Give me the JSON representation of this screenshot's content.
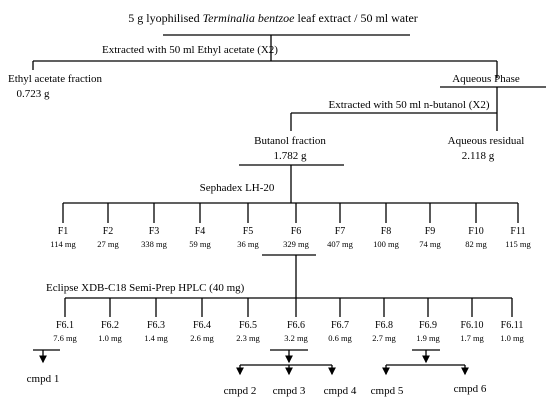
{
  "title": {
    "prefix": "5 g lyophilised ",
    "species": "Terminalia bentzoe",
    "suffix": " leaf extract / 50 ml water"
  },
  "step1": "Extracted with 50 ml Ethyl acetate (X2)",
  "ethyl_acetate": {
    "label": "Ethyl acetate fraction",
    "mass": "0.723 g"
  },
  "aqueous_phase": {
    "label": "Aqueous Phase"
  },
  "step2": "Extracted with 50 ml n-butanol (X2)",
  "butanol": {
    "label": "Butanol fraction",
    "mass": "1.782 g"
  },
  "aqueous_residual": {
    "label": "Aqueous residual",
    "mass": "2.118 g"
  },
  "sephadex": "Sephadex LH-20",
  "fractions": [
    {
      "name": "F1",
      "mass": "114 mg"
    },
    {
      "name": "F2",
      "mass": "27 mg"
    },
    {
      "name": "F3",
      "mass": "338 mg"
    },
    {
      "name": "F4",
      "mass": "59 mg"
    },
    {
      "name": "F5",
      "mass": "36 mg"
    },
    {
      "name": "F6",
      "mass": "329 mg"
    },
    {
      "name": "F7",
      "mass": "407 mg"
    },
    {
      "name": "F8",
      "mass": "100 mg"
    },
    {
      "name": "F9",
      "mass": "74 mg"
    },
    {
      "name": "F10",
      "mass": "82 mg"
    },
    {
      "name": "F11",
      "mass": "115 mg"
    }
  ],
  "hplc": "Eclipse XDB-C18 Semi-Prep   HPLC (40 mg)",
  "subfractions": [
    {
      "name": "F6.1",
      "mass": "7.6 mg"
    },
    {
      "name": "F6.2",
      "mass": "1.0 mg"
    },
    {
      "name": "F6.3",
      "mass": "1.4 mg"
    },
    {
      "name": "F6.4",
      "mass": "2.6 mg"
    },
    {
      "name": "F6.5",
      "mass": "2.3 mg"
    },
    {
      "name": "F6.6",
      "mass": "3.2 mg"
    },
    {
      "name": "F6.7",
      "mass": "0.6 mg"
    },
    {
      "name": "F6.8",
      "mass": "2.7 mg"
    },
    {
      "name": "F6.9",
      "mass": "1.9 mg"
    },
    {
      "name": "F6.10",
      "mass": "1.7 mg"
    },
    {
      "name": "F6.11",
      "mass": "1.0 mg"
    }
  ],
  "compounds": [
    "cmpd 1",
    "cmpd 2",
    "cmpd 3",
    "cmpd 4",
    "cmpd 5",
    "cmpd 6"
  ]
}
